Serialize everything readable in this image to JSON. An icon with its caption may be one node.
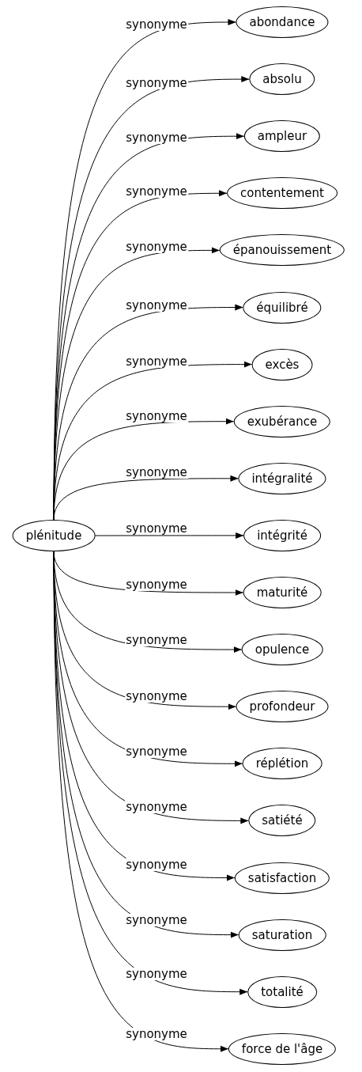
{
  "diagram": {
    "nodes": [
      {
        "text": [
          "plénitude"
        ]
      },
      {
        "text": [
          "abondance"
        ]
      },
      {
        "text": [
          "absolu"
        ]
      },
      {
        "text": [
          "ampleur"
        ]
      },
      {
        "text": [
          "contentement"
        ]
      },
      {
        "text": [
          "épanouissement"
        ]
      },
      {
        "text": [
          "équilibré"
        ]
      },
      {
        "text": [
          "excès"
        ]
      },
      {
        "text": [
          "exubérance"
        ]
      },
      {
        "text": [
          "intégralité"
        ]
      },
      {
        "text": [
          "intégrité"
        ]
      },
      {
        "text": [
          "maturité"
        ]
      },
      {
        "text": [
          "opulence"
        ]
      },
      {
        "text": [
          "profondeur"
        ]
      },
      {
        "text": [
          "réplétion"
        ]
      },
      {
        "text": [
          "satiété"
        ]
      },
      {
        "text": [
          "satisfaction"
        ]
      },
      {
        "text": [
          "saturation"
        ]
      },
      {
        "text": [
          "totalité"
        ]
      },
      {
        "text": [
          "force de l'âge"
        ]
      }
    ],
    "edges": [
      {
        "from": 0,
        "to": 1,
        "arrow": "to",
        "label": "synonyme"
      },
      {
        "from": 0,
        "to": 2,
        "arrow": "to",
        "label": "synonyme"
      },
      {
        "from": 0,
        "to": 3,
        "arrow": "to",
        "label": "synonyme"
      },
      {
        "from": 0,
        "to": 4,
        "arrow": "to",
        "label": "synonyme"
      },
      {
        "from": 0,
        "to": 5,
        "arrow": "to",
        "label": "synonyme"
      },
      {
        "from": 0,
        "to": 6,
        "arrow": "to",
        "label": "synonyme"
      },
      {
        "from": 0,
        "to": 7,
        "arrow": "to",
        "label": "synonyme"
      },
      {
        "from": 0,
        "to": 8,
        "arrow": "to",
        "label": "synonyme"
      },
      {
        "from": 0,
        "to": 9,
        "arrow": "to",
        "label": "synonyme"
      },
      {
        "from": 0,
        "to": 10,
        "arrow": "to",
        "label": "synonyme"
      },
      {
        "from": 0,
        "to": 11,
        "arrow": "to",
        "label": "synonyme"
      },
      {
        "from": 0,
        "to": 12,
        "arrow": "to",
        "label": "synonyme"
      },
      {
        "from": 0,
        "to": 13,
        "arrow": "to",
        "label": "synonyme"
      },
      {
        "from": 0,
        "to": 14,
        "arrow": "to",
        "label": "synonyme"
      },
      {
        "from": 0,
        "to": 15,
        "arrow": "to",
        "label": "synonyme"
      },
      {
        "from": 0,
        "to": 16,
        "arrow": "to",
        "label": "synonyme"
      },
      {
        "from": 0,
        "to": 17,
        "arrow": "to",
        "label": "synonyme"
      },
      {
        "from": 0,
        "to": 18,
        "arrow": "to",
        "label": "synonyme"
      },
      {
        "from": 0,
        "to": 19,
        "arrow": "to",
        "label": "synonyme"
      }
    ]
  }
}
